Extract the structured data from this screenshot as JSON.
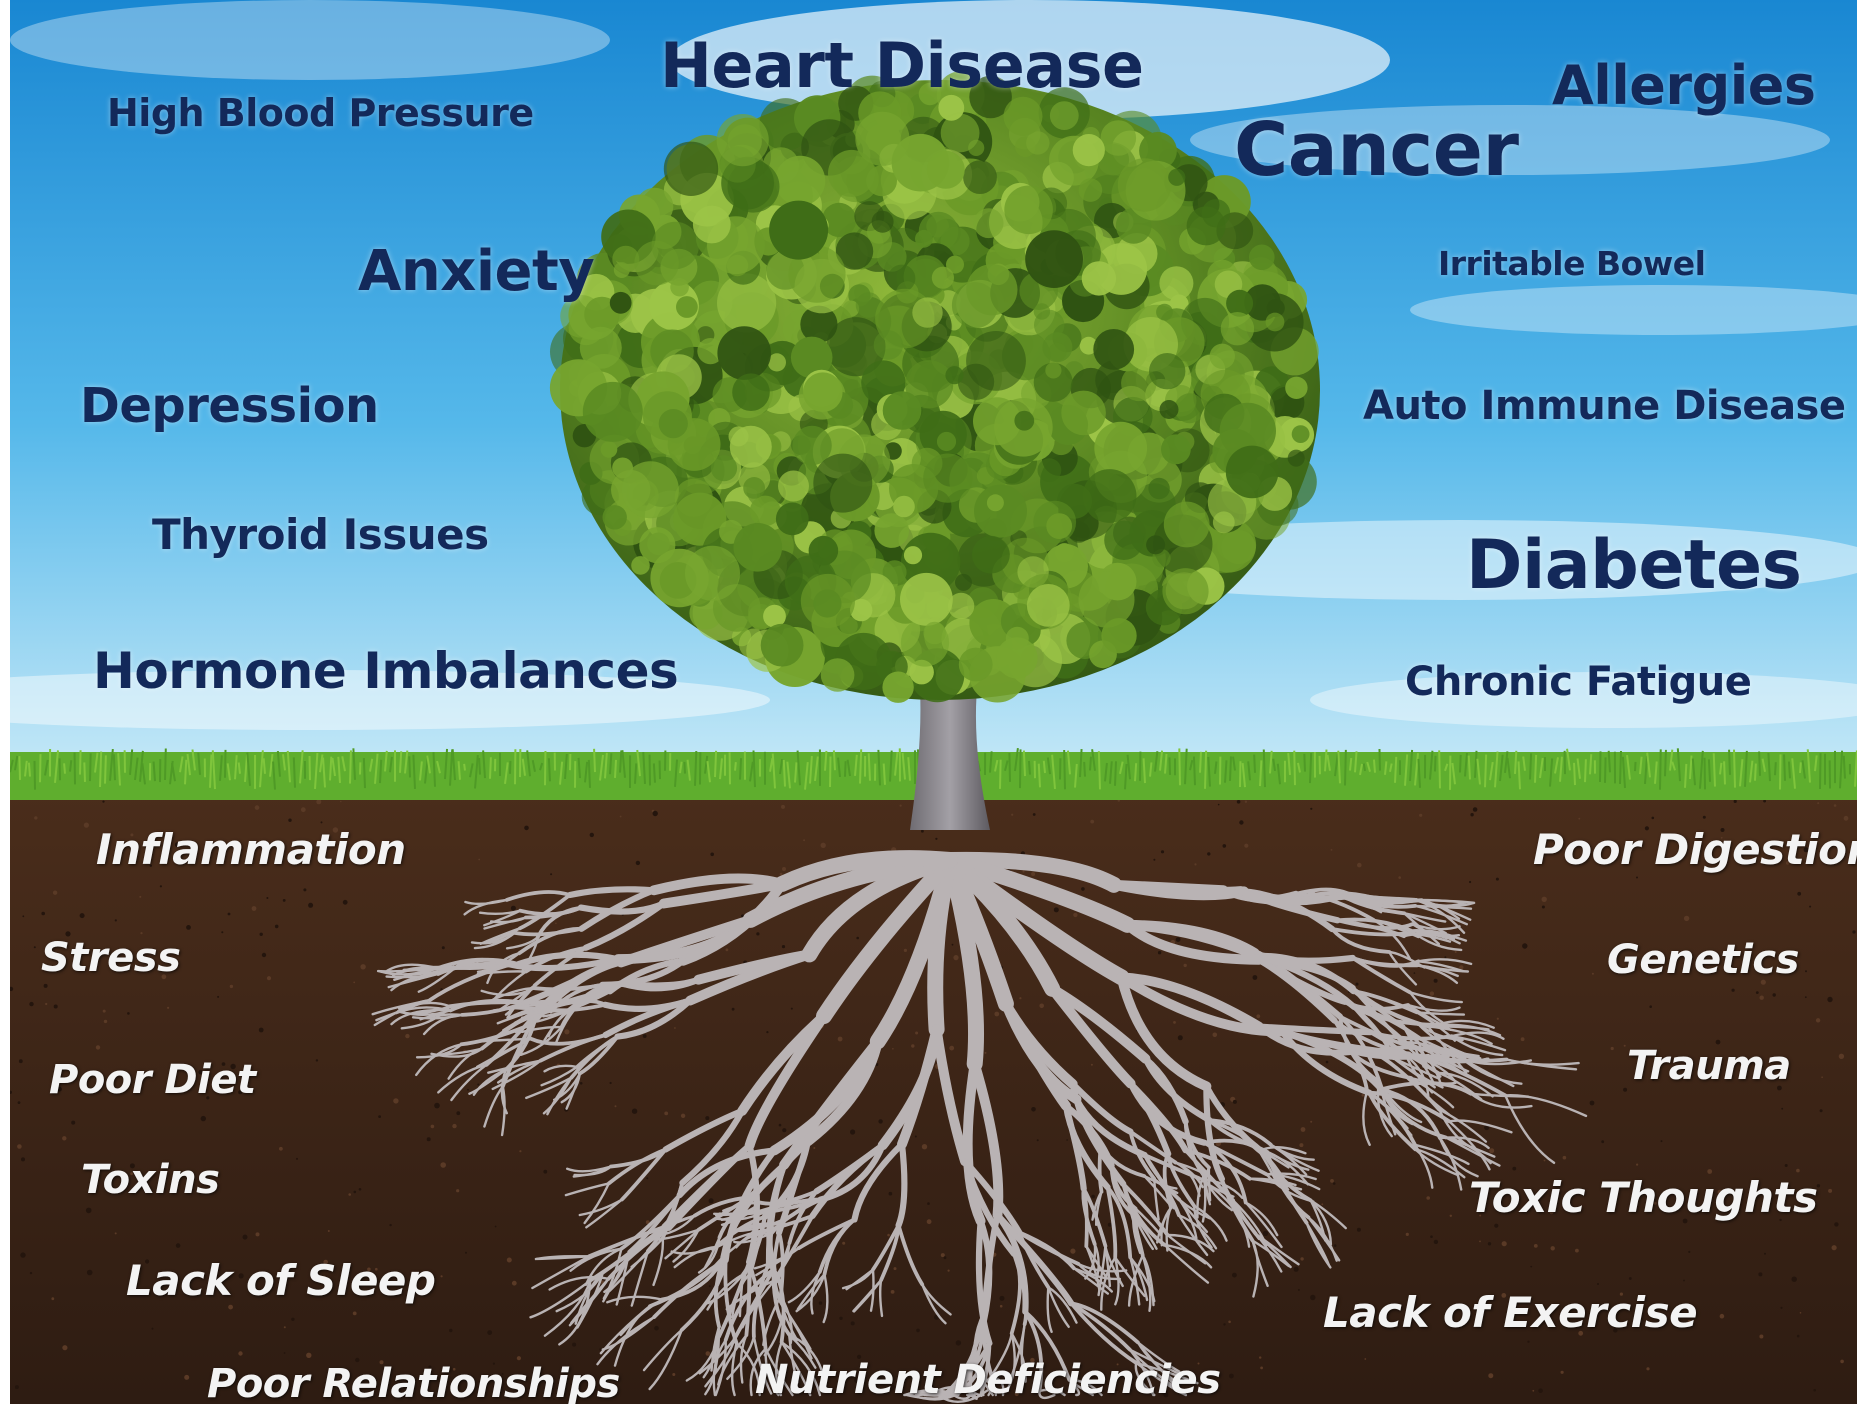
{
  "symptoms": {
    "high_blood_pressure": "High Blood Pressure",
    "heart_disease": "Heart Disease",
    "allergies": "Allergies",
    "cancer": "Cancer",
    "anxiety": "Anxiety",
    "irritable_bowel": "Irritable Bowel",
    "depression": "Depression",
    "auto_immune_disease": "Auto Immune  Disease",
    "thyroid_issues": "Thyroid Issues",
    "diabetes": "Diabetes",
    "hormone_imbalances": "Hormone Imbalances",
    "chronic_fatigue": "Chronic Fatigue"
  },
  "root_causes": {
    "inflammation": "Inflammation",
    "poor_digestion": "Poor Digestion",
    "stress": "Stress",
    "genetics": "Genetics",
    "poor_diet": "Poor Diet",
    "trauma": "Trauma",
    "toxins": "Toxins",
    "toxic_thoughts": "Toxic Thoughts",
    "lack_of_sleep": "Lack of Sleep",
    "lack_of_exercise": "Lack of Exercise",
    "poor_relationships": "Poor Relationships",
    "nutrient_deficiencies": "Nutrient Deficiencies"
  },
  "colors": {
    "sky_top": "#1a8fd6",
    "sky_bottom": "#bfe6f7",
    "grass": "#5fae2e",
    "soil": "#3d2618",
    "foliage": "#4f7a1c",
    "trunk": "#8a878c",
    "above_text": "#13295a",
    "below_text": "#f3f3f3"
  }
}
